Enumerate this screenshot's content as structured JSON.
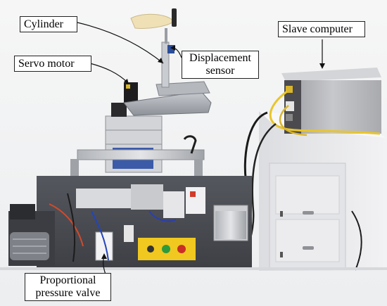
{
  "labels": {
    "cylinder": "Cylinder",
    "servo_motor": "Servo motor",
    "displacement_line1": "Displacement",
    "displacement_line2": "sensor",
    "slave_computer": "Slave computer",
    "proportional_line1": "Proportional",
    "proportional_line2": "pressure valve"
  },
  "colors": {
    "background": "#ffffff",
    "label_border": "#222222",
    "label_text": "#000000",
    "panel": "#4a4c53",
    "cabinet": "#e9e9eb",
    "cable_yellow": "#e9c52b",
    "computer_case": "#b9b9bd"
  }
}
